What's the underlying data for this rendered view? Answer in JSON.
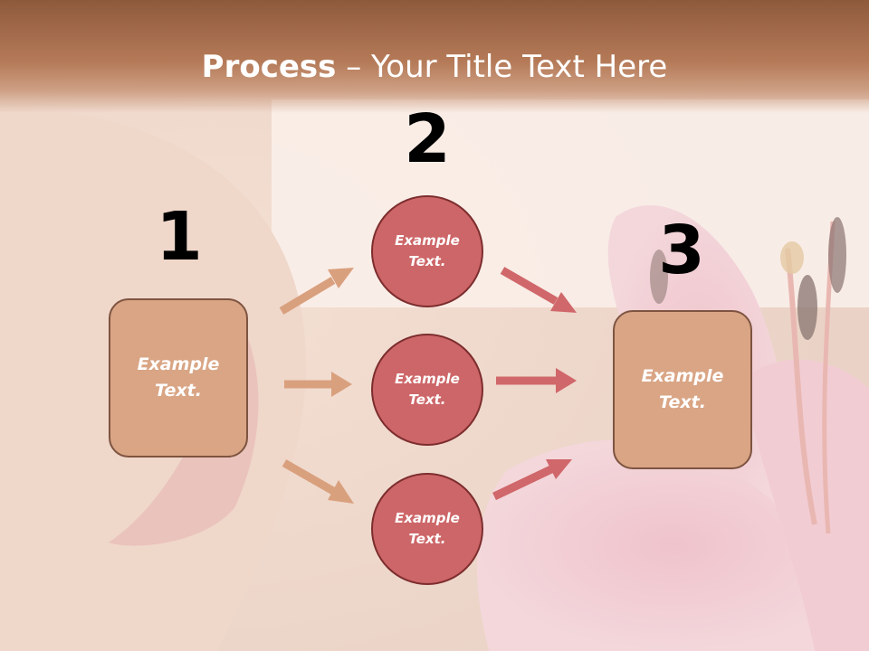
{
  "title": {
    "bold": "Process",
    "dash": " – ",
    "rest": "Your Title Text Here"
  },
  "steps": [
    {
      "number": "1",
      "text": "Example Text."
    },
    {
      "number": "2",
      "items": [
        "Example Text.",
        "Example Text.",
        "Example Text."
      ]
    },
    {
      "number": "3",
      "text": "Example Text."
    }
  ],
  "colors": {
    "title_band": "#b57a58",
    "box_fill": "#d9a585",
    "box_border": "#7e5440",
    "circle_fill": "#cd6668",
    "circle_border": "#7d2d2e",
    "arrow_left": "#d9a07e",
    "arrow_right": "#d0676a"
  },
  "background": {
    "description_icon": "face-and-pink-lily-photo"
  }
}
